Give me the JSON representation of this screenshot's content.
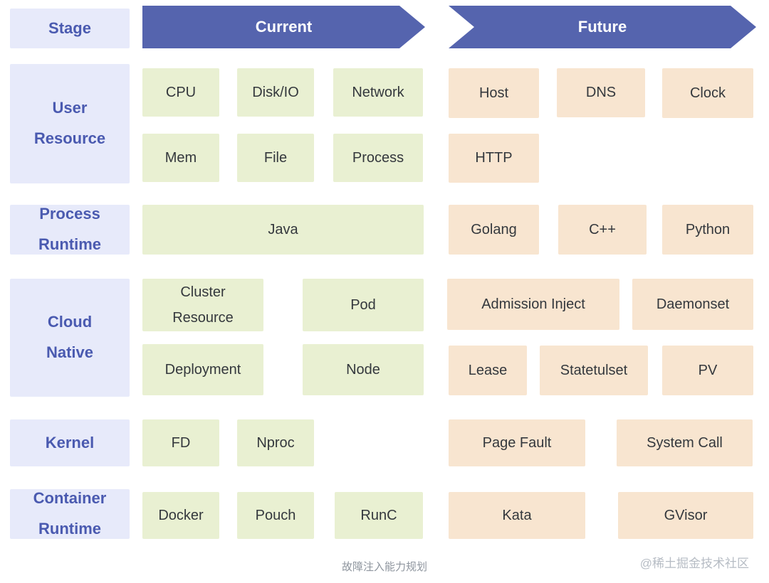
{
  "header": {
    "stage": "Stage",
    "current": "Current",
    "future": "Future"
  },
  "rows": [
    {
      "label_lines": [
        "User",
        "Resource"
      ],
      "current": [
        "CPU",
        "Disk/IO",
        "Network",
        "Mem",
        "File",
        "Process"
      ],
      "future": [
        "Host",
        "DNS",
        "Clock",
        "HTTP"
      ]
    },
    {
      "label_lines": [
        "Process",
        "Runtime"
      ],
      "current": [
        "Java"
      ],
      "future": [
        "Golang",
        "C++",
        "Python"
      ]
    },
    {
      "label_lines": [
        "Cloud",
        "Native"
      ],
      "current": [
        "Cluster Resource",
        "Pod",
        "Deployment",
        "Node"
      ],
      "future": [
        "Admission Inject",
        "Daemonset",
        "Lease",
        "Statetulset",
        "PV"
      ]
    },
    {
      "label_lines": [
        "Kernel"
      ],
      "current": [
        "FD",
        "Nproc"
      ],
      "future": [
        "Page Fault",
        "System Call"
      ]
    },
    {
      "label_lines": [
        "Container",
        "Runtime"
      ],
      "current": [
        "Docker",
        "Pouch",
        "RunC"
      ],
      "future": [
        "Kata",
        "GVisor"
      ]
    }
  ],
  "footer": {
    "caption": "故障注入能力规划",
    "watermark": "@稀土掘金技术社区"
  },
  "colors": {
    "stage_arrow": "#5564ae",
    "label_bg": "#e7eafa",
    "label_text": "#4a5ab0",
    "current_box_bg": "#e9f0d2",
    "future_box_bg": "#f8e5d0",
    "box_text": "#34383d"
  }
}
